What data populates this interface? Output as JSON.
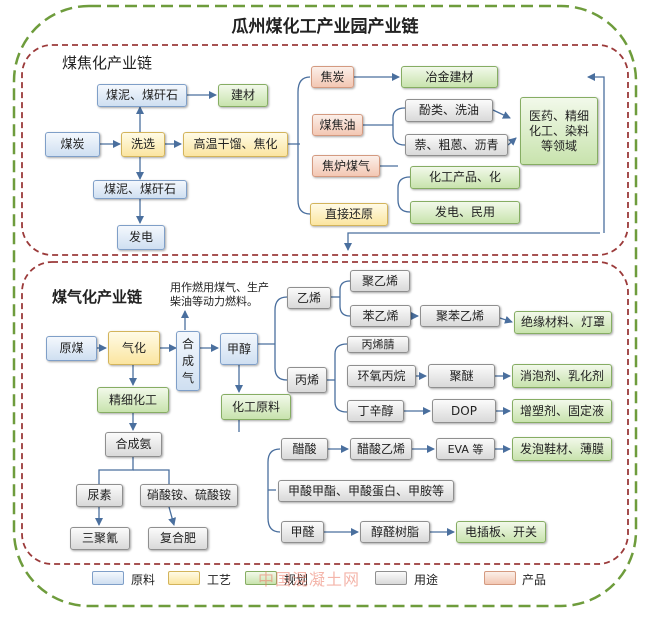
{
  "title": "瓜州煤化工产业园产业链",
  "coking_section": {
    "label": "煤焦化产业链"
  },
  "gas_section": {
    "label": "煤气化产业链"
  },
  "coking": {
    "coal": "煤炭",
    "slime_top": "煤泥、煤矸石",
    "building": "建材",
    "washing": "洗选",
    "high_temp": "高温干馏、焦化",
    "slime_bottom": "煤泥、煤矸石",
    "power": "发电",
    "coke": "焦炭",
    "metallurgy": "冶金建材",
    "tar": "煤焦油",
    "phenols": "酚类、洗油",
    "naphthalene": "萘、粗蒽、沥青",
    "pharma": "医药、精细化工、染料等领域",
    "coke_gas": "焦炉煤气",
    "chem_products": "化工产品、化",
    "power_civil": "发电、民用",
    "direct_reduction": "直接还原"
  },
  "gas": {
    "raw_coal": "原煤",
    "gasify": "气化",
    "syngas": "合成气",
    "fuel_note": "用作燃用煤气、生产柴油等动力燃料。",
    "methanol": "甲醇",
    "fine_chem": "精细化工",
    "synth_ammonia": "合成氨",
    "urea": "尿素",
    "nitrates": "硝酸铵、硫酸铵",
    "melamine": "三聚氰",
    "compound_fert": "复合肥",
    "ethylene": "乙烯",
    "pe": "聚乙烯",
    "styrene": "苯乙烯",
    "ps": "聚苯乙烯",
    "insulation": "绝缘材料、灯罩",
    "propylene": "丙烯",
    "acrylonitrile": "丙烯腈",
    "epoxy": "环氧丙烷",
    "polyether": "聚醚",
    "foam": "消泡剂、乳化剂",
    "octanol": "丁辛醇",
    "dop": "DOP",
    "plasticizer": "增塑剂、固定液",
    "chem_raw": "化工原料",
    "acetic": "醋酸",
    "vinyl_acetate": "醋酸乙烯",
    "eva": "EVA 等",
    "foaming_film": "发泡鞋材、薄膜",
    "formate": "甲酸甲酯、甲酸蛋白、甲胺等",
    "formaldehyde": "甲醛",
    "phenolic": "醇醛树脂",
    "plug": "电插板、开关"
  },
  "legend": {
    "raw": "原料",
    "process": "工艺",
    "product_mid": "规划",
    "use": "用途",
    "product": "产品"
  },
  "watermark": "中国混凝土网",
  "colors": {
    "raw": "#cfdff1",
    "process": "#fbe5a0",
    "use": "#d9d9d9",
    "product": "#f3c7b3",
    "green": "#c8e3ad",
    "outer_border": "#6e9c3c",
    "section_border": "#9b3a3a",
    "arrow": "#4a6f9e"
  }
}
